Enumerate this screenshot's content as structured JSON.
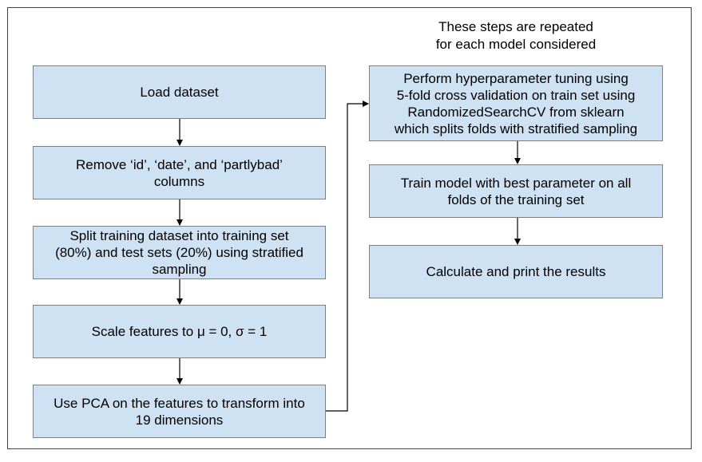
{
  "note": {
    "line1": "These steps are repeated",
    "line2": "for each model considered"
  },
  "steps": {
    "load": [
      "Load dataset"
    ],
    "remove": [
      "Remove ‘id’, ‘date’, and ‘partlybad’",
      "columns"
    ],
    "split": [
      "Split training dataset into training set",
      "(80%) and test sets (20%) using stratified",
      "sampling"
    ],
    "scale": [
      "Scale features to μ = 0, σ = 1"
    ],
    "pca": [
      "Use PCA on the features to transform into",
      "19 dimensions"
    ],
    "tune": [
      "Perform hyperparameter tuning using",
      "5-fold cross validation on train set using",
      "RandomizedSearchCV from sklearn",
      "which splits folds with stratified sampling"
    ],
    "train": [
      "Train model with best parameter on all",
      "folds of the training set"
    ],
    "results": [
      "Calculate and print the results"
    ]
  },
  "colors": {
    "box_fill": "#cfe2f3",
    "box_border": "#7f7f7f",
    "connector": "#000000"
  }
}
